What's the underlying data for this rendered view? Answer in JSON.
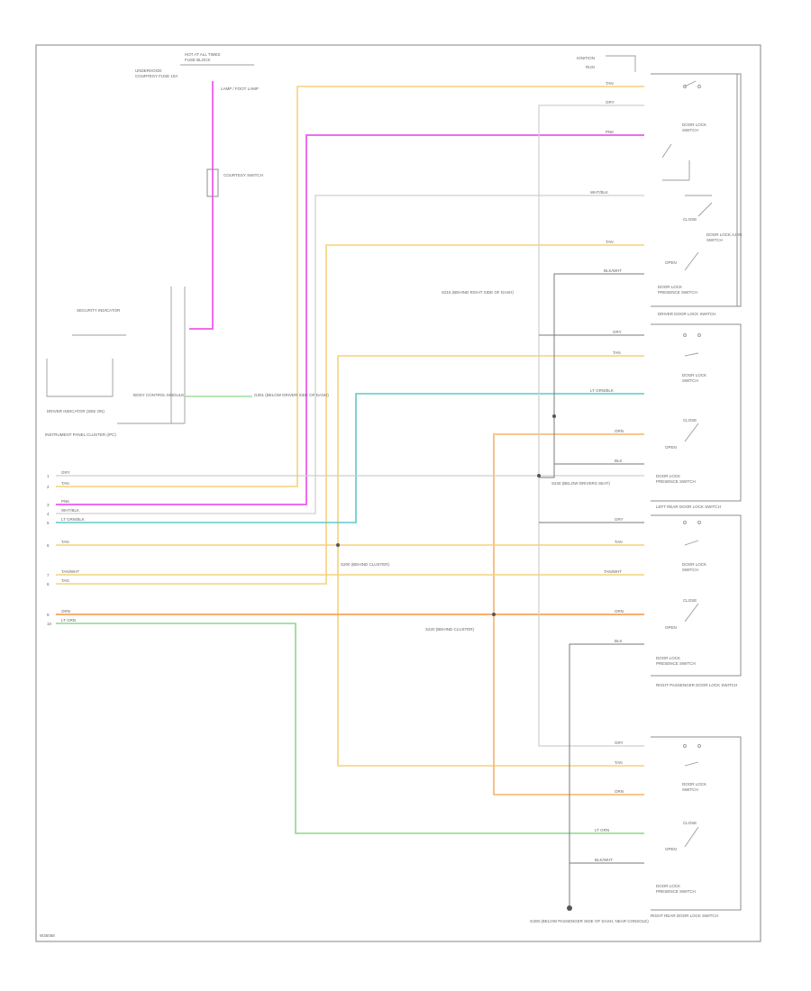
{
  "diagram": {
    "id_code": "W35058",
    "top_labels": {
      "fuse_block_line1": "HOT AT ALL TIMES",
      "fuse_block_line2": "FUSE BLOCK",
      "fuse_block_line3": "UNDERHOOD",
      "fuse": "COURTESY FUSE 10A",
      "lamp": "LAMP / FOOT LAMP",
      "ignition": "IGNITION",
      "ignition_sub": "RUN"
    },
    "left_labels": {
      "cluster_note": "INSTRUMENT PANEL CLUSTER (IPC)",
      "security_indicator": "SECURITY INDICATOR",
      "body_module": "BODY CONTROL MODULE",
      "courtesy": "COURTESY SWITCH",
      "left_bottom": "DRIVER INDICATOR (SEE ON)"
    },
    "wire_labels": {
      "tan": "TAN",
      "pnk": "PNK",
      "gry": "GRY",
      "wht_blk": "WHT/BLK",
      "lt_grn_blk": "LT GRN/BLK",
      "orn": "ORN",
      "lt_grn": "LT GRN",
      "blk_wht": "BLK/WHT",
      "tan_wht": "TAN/WHT",
      "blk": "BLK"
    },
    "connector_numbers": [
      "1",
      "2",
      "3",
      "4",
      "5",
      "6",
      "7",
      "8",
      "9",
      "10"
    ],
    "splices": {
      "s200": "S200 (BEHIND CLUSTER)",
      "s215": "S215 (BEHIND RIGHT SIDE OF DASH)",
      "s220": "S220 (BEHIND CLUSTER)",
      "s240": "S240 (BELOW DRIVERS SEAT)"
    },
    "ground": "G200 (BELOW PASSENGER SIDE OF DASH, NEAR CONSOLE)",
    "grounds_mid": "G301 (BELOW DRIVER SIDE OF DASH)",
    "switches": {
      "sw1_title": "DRIVER DOOR LOCK SWITCH",
      "sw1_parts": [
        "DOOR LOCK",
        "SWITCH",
        "DOOR LOCK AJAR",
        "SWITCH",
        "CLOSE",
        "OPEN",
        "DOOR LOCK",
        "PRESENCE SWITCH"
      ],
      "sw2_title": "LEFT REAR DOOR LOCK SWITCH",
      "sw2_parts": [
        "DOOR LOCK",
        "SWITCH",
        "CLOSE",
        "OPEN",
        "DOOR LOCK",
        "PRESENCE SWITCH"
      ],
      "sw3_title": "RIGHT PASSENGER DOOR LOCK SWITCH",
      "sw3_parts": [
        "DOOR LOCK",
        "SWITCH",
        "CLOSE",
        "OPEN",
        "DOOR LOCK",
        "PRESENCE SWITCH"
      ],
      "sw4_title": "RIGHT REAR DOOR LOCK SWITCH",
      "sw4_parts": [
        "DOOR LOCK",
        "SWITCH",
        "CLOSE",
        "OPEN",
        "DOOR LOCK",
        "PRESENCE SWITCH"
      ]
    },
    "wire_colors": {
      "tan": "#f5d27a",
      "pink": "#f06cf0",
      "gray": "#c8c8c8",
      "lt_blue": "#5ec8c8",
      "orange": "#f7b36a",
      "green": "#8ad88a",
      "dark_gray": "#888888"
    }
  }
}
